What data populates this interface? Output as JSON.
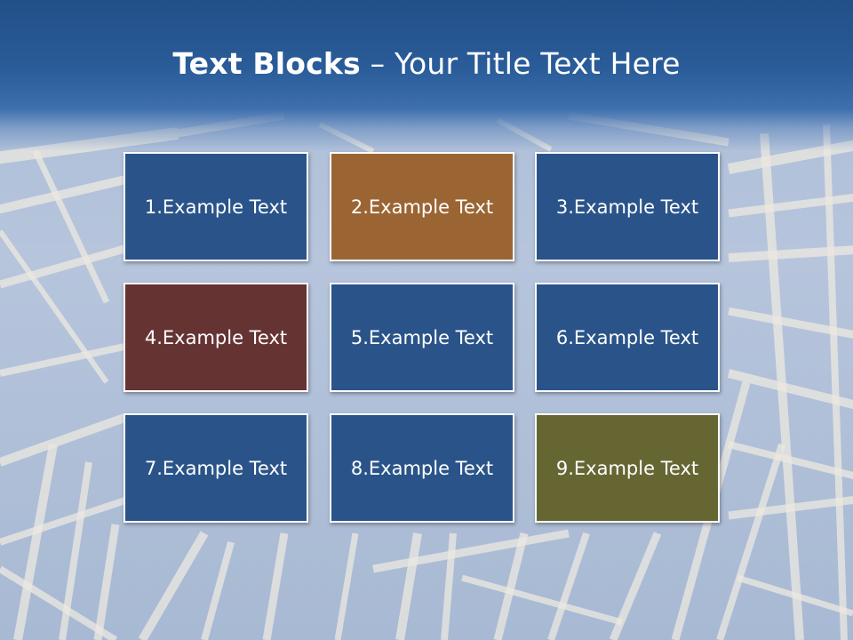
{
  "slide": {
    "title_bold": "Text Blocks",
    "title_rest": " – Your Title Text Here",
    "blocks": [
      {
        "label": "1.Example Text",
        "color": "#2a5489"
      },
      {
        "label": "2.Example Text",
        "color": "#9b6533"
      },
      {
        "label": "3.Example Text",
        "color": "#2a5489"
      },
      {
        "label": "4.Example Text",
        "color": "#663333"
      },
      {
        "label": "5.Example Text",
        "color": "#2a5489"
      },
      {
        "label": "6.Example Text",
        "color": "#2a5489"
      },
      {
        "label": "7.Example Text",
        "color": "#2a5489"
      },
      {
        "label": "8.Example Text",
        "color": "#2a5489"
      },
      {
        "label": "9.Example Text",
        "color": "#666633"
      }
    ]
  },
  "colors": {
    "header_blue": "#214f88",
    "sky": "#b3c3db",
    "frame_beams": "#e6e2da"
  },
  "icons": {
    "background": "wooden-frame-structure-image"
  }
}
